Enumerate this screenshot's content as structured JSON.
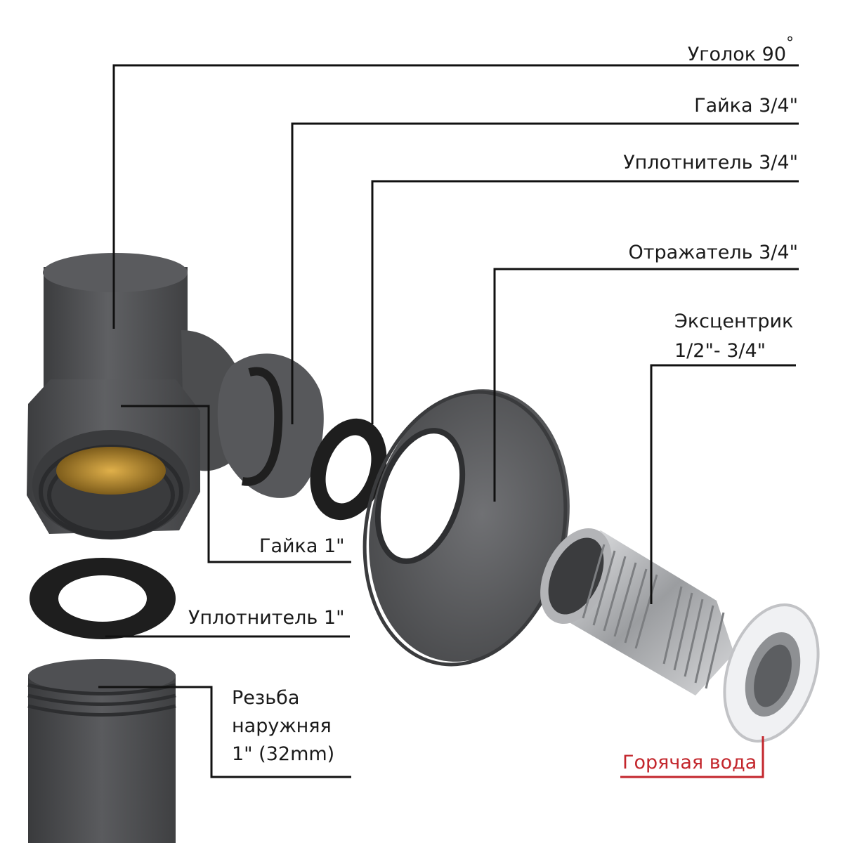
{
  "labels": {
    "elbow": "Уголок 90",
    "degree_sign": "°",
    "nut_34": "Гайка 3/4\"",
    "seal_34": "Уплотнитель 3/4\"",
    "reflector_34": "Отражатель 3/4\"",
    "eccentric_line1": "Эксцентрик",
    "eccentric_line2": "1/2\"- 3/4\"",
    "nut_1": "Гайка 1\"",
    "seal_1": "Уплотнитель 1\"",
    "thread_line1": "Резьба",
    "thread_line2": "наружняя",
    "thread_line3": "1\" (32mm)",
    "hot_water": "Горячая вода"
  },
  "colors": {
    "part_dark": "#4a4b4d",
    "part_mid": "#5d5e60",
    "seal_black": "#1e1e1e",
    "brass": "#b88a2a",
    "chrome": "#c8c9cb",
    "leader_line": "#111111",
    "hot_accent": "#c3262c"
  }
}
